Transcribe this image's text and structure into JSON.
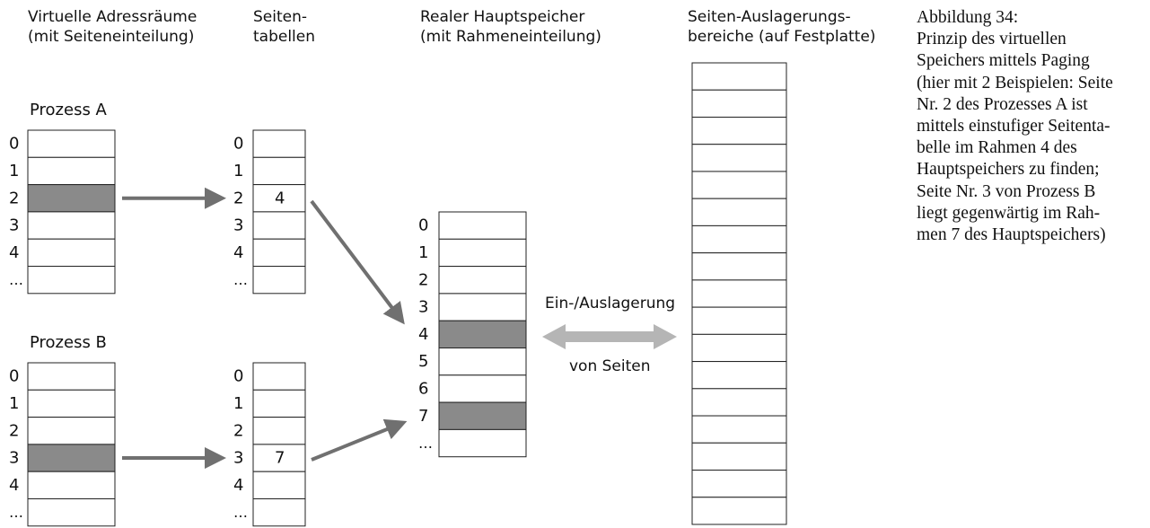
{
  "headers": {
    "virtual": "Virtuelle Adressräume\n(mit Seiteneinteilung)",
    "tables": "Seiten-\ntabellen",
    "memory": "Realer Hauptspeicher\n(mit Rahmeneinteilung)",
    "swap": "Seiten-Auslagerungs-\nbereiche (auf Festplatte)"
  },
  "processes": [
    {
      "name": "Prozess A",
      "rows": [
        "0",
        "1",
        "2",
        "3",
        "4",
        "…"
      ],
      "marked_page": 2,
      "table_rows": [
        "0",
        "1",
        "2",
        "3",
        "4",
        "…"
      ],
      "table_entry": "4",
      "target_frame": 4
    },
    {
      "name": "Prozess B",
      "rows": [
        "0",
        "1",
        "2",
        "3",
        "4",
        "…"
      ],
      "marked_page": 3,
      "table_rows": [
        "0",
        "1",
        "2",
        "3",
        "4",
        "…"
      ],
      "table_entry": "7",
      "target_frame": 7
    }
  ],
  "memory": {
    "rows": [
      "0",
      "1",
      "2",
      "3",
      "4",
      "5",
      "6",
      "7",
      "…"
    ],
    "marked_frames": [
      4,
      7
    ]
  },
  "swap_label_top": "Ein-/Auslagerung",
  "swap_label_bottom": "von Seiten",
  "swap_slots": 17,
  "caption": [
    "Abbildung 34:",
    "Prinzip des virtuellen",
    "Speichers mittels Paging",
    "(hier mit 2 Beispielen: Seite",
    "Nr. 2 des Prozesses A ist",
    "mittels einstufiger Seitenta-",
    "belle im Rahmen 4 des",
    "Hauptspeichers zu finden;",
    "Seite Nr. 3 von Prozess B",
    "liegt gegenwärtig im Rah-",
    "men 7 des Hauptspeichers)"
  ],
  "colors": {
    "marked": "#8a8a8a",
    "arrow": "#707070",
    "swap_arrow": "#b5b5b5",
    "line": "#222222"
  }
}
